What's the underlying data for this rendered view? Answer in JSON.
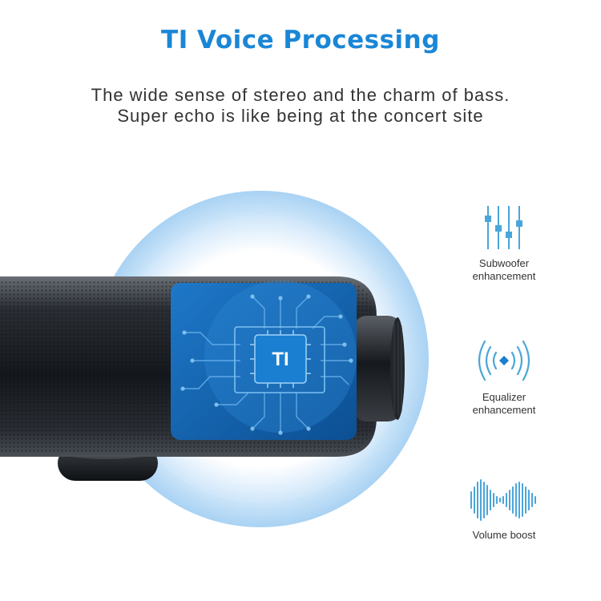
{
  "title": "TI Voice Processing",
  "subtitle": [
    "The wide sense of stereo and the charm of bass.",
    "Super echo is like being at the concert site"
  ],
  "chip_label": "TI",
  "features": [
    {
      "icon": "equalizer-sliders-icon",
      "line1": "Subwoofer",
      "line2": "enhancement"
    },
    {
      "icon": "sound-waves-icon",
      "line1": "Equalizer",
      "line2": "enhancement"
    },
    {
      "icon": "waveform-icon",
      "line1": "Volume boost",
      "line2": ""
    }
  ],
  "colors": {
    "accent": "#1a86d6",
    "icon_blue": "#4aa6d8",
    "glow": "#cfe6fa",
    "speaker_dark": "#1c1f24"
  }
}
